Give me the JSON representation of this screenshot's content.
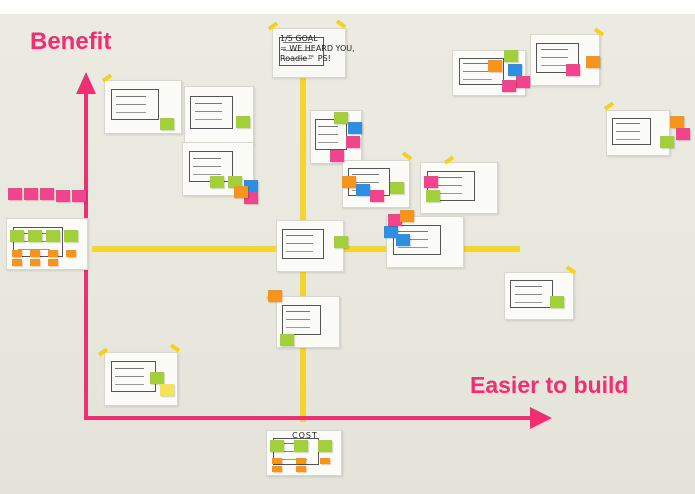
{
  "labels": {
    "benefit": "Benefit",
    "easier": "Easier to build",
    "cost": "COST"
  },
  "goal_note": "1/5 GOAL\n= WE HEARD YOU,\nRoadie™ PS!",
  "colors": {
    "accent_pink": "#ef2f72",
    "tape_yellow": "#f4d21c",
    "sticky_green": "#a3cf3b",
    "sticky_orange": "#f7941d",
    "sticky_pink": "#f0458c",
    "sticky_blue": "#2e8fe0",
    "sticky_yellow": "#f6e25a"
  }
}
